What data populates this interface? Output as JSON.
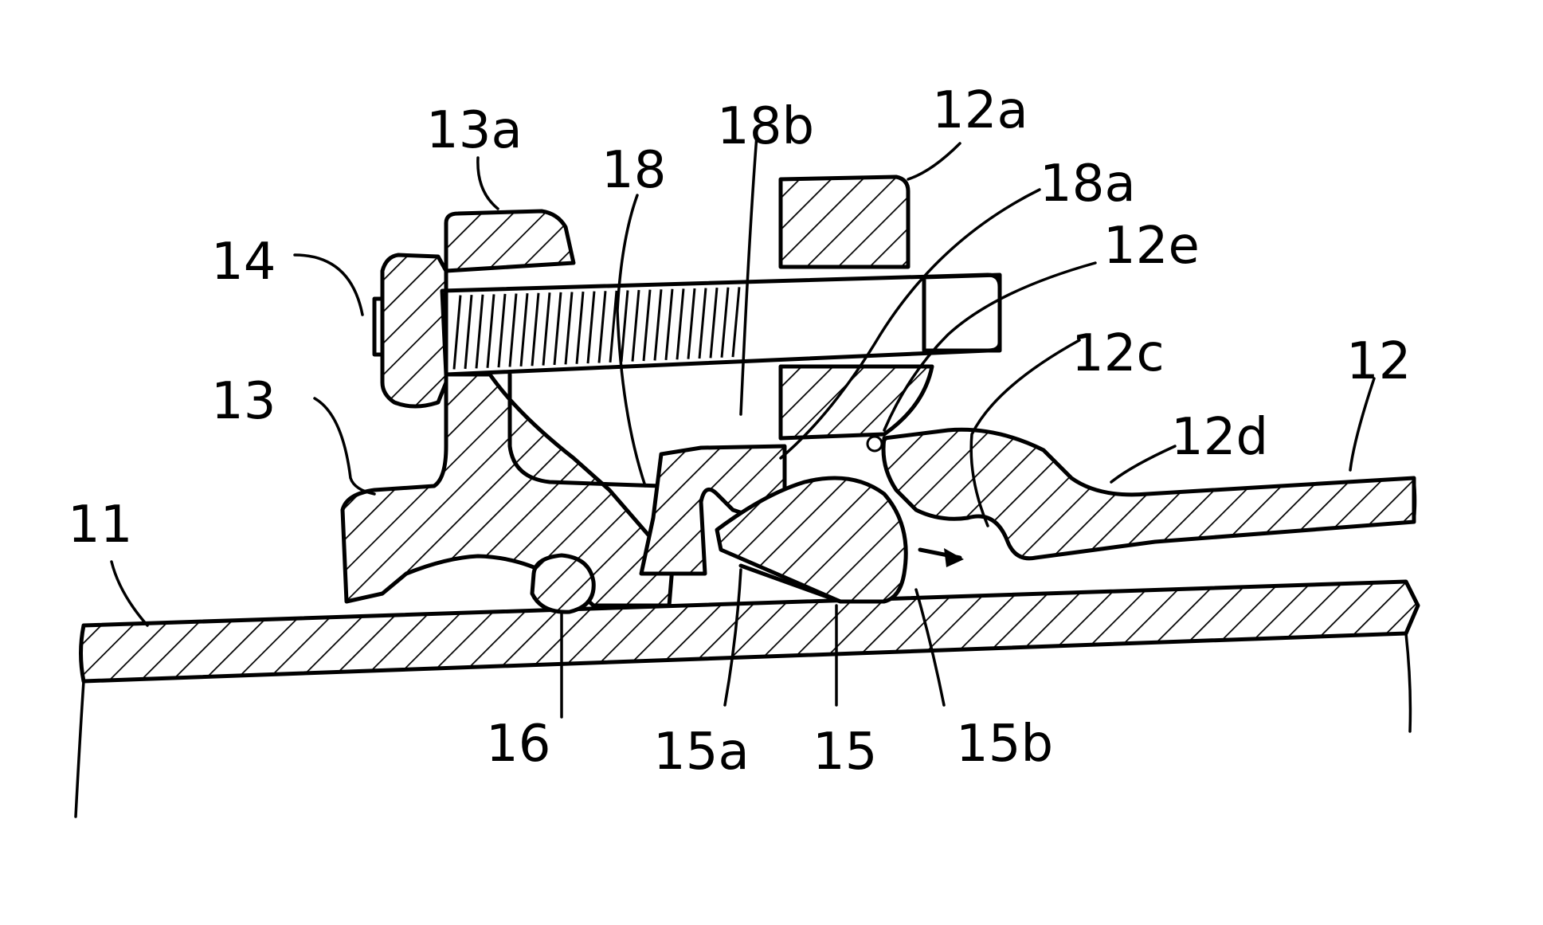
{
  "labels": {
    "l11": "11",
    "l12": "12",
    "l12a": "12a",
    "l12c": "12c",
    "l12d": "12d",
    "l12e": "12e",
    "l13": "13",
    "l13a": "13a",
    "l14": "14",
    "l15": "15",
    "l15a": "15a",
    "l15b": "15b",
    "l16": "16",
    "l18": "18",
    "l18a": "18a",
    "l18b": "18b"
  },
  "colors": {
    "ink": "#000000",
    "paper": "#ffffff"
  }
}
